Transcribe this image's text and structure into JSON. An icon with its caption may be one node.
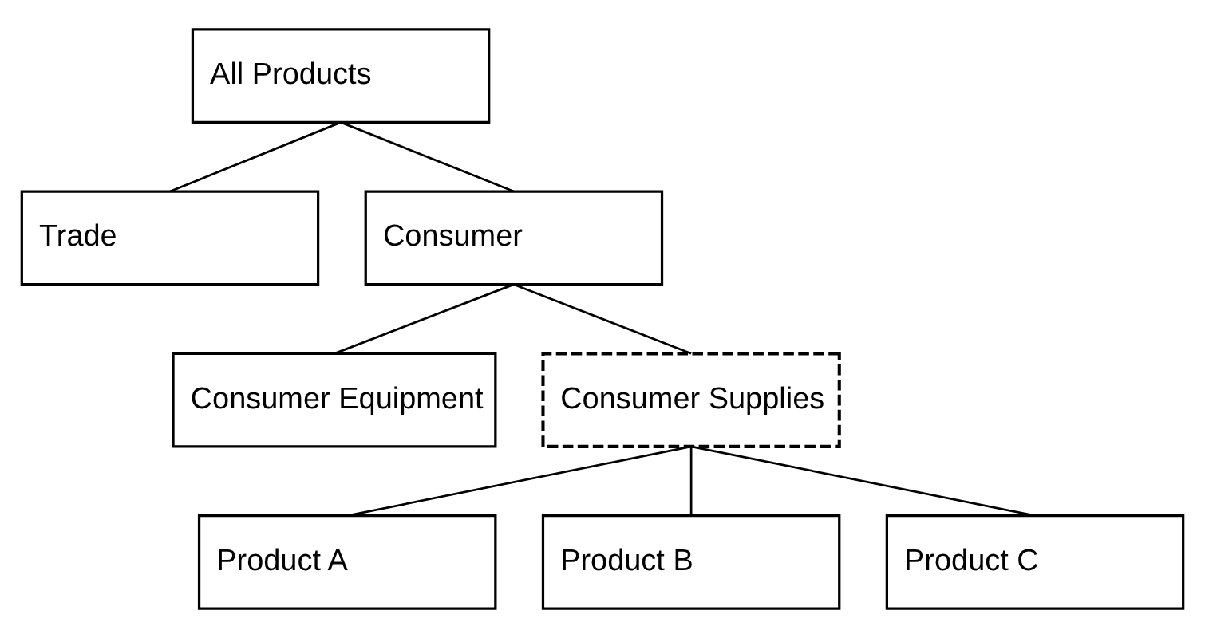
{
  "diagram": {
    "nodes": [
      {
        "text": [
          "All Products"
        ]
      },
      {
        "text": [
          "Trade"
        ]
      },
      {
        "text": [
          "Consumer"
        ]
      },
      {
        "text": [
          "Consumer Equipment"
        ]
      },
      {
        "text": [
          "Consumer Supplies"
        ]
      },
      {
        "text": [
          "Product A"
        ]
      },
      {
        "text": [
          "Product B"
        ]
      },
      {
        "text": [
          "Product C"
        ]
      }
    ],
    "edges": [
      {
        "from": 0,
        "to": 1,
        "arrow": "none"
      },
      {
        "from": 0,
        "to": 2,
        "arrow": "none"
      },
      {
        "from": 2,
        "to": 3,
        "arrow": "none"
      },
      {
        "from": 2,
        "to": 4,
        "arrow": "none"
      },
      {
        "from": 4,
        "to": 5,
        "arrow": "none"
      },
      {
        "from": 4,
        "to": 6,
        "arrow": "none"
      },
      {
        "from": 4,
        "to": 7,
        "arrow": "none"
      }
    ]
  }
}
